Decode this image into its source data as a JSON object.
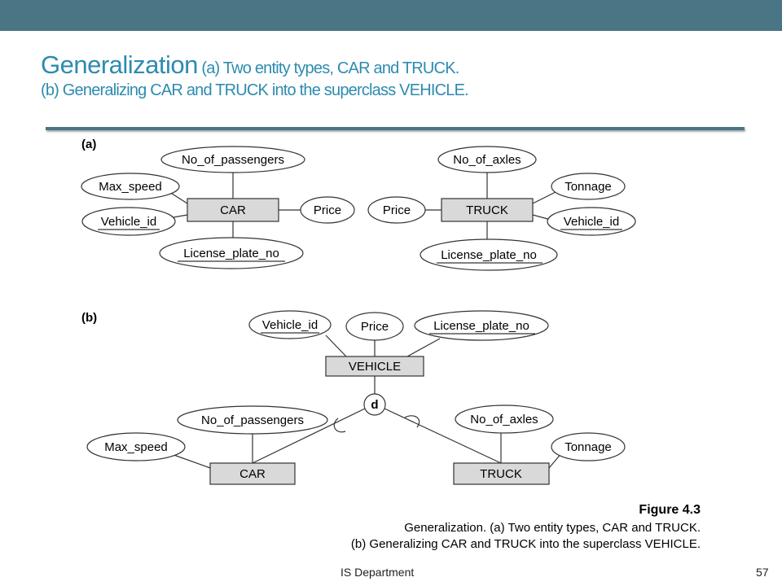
{
  "slide": {
    "title": "Generalization",
    "subtitle_line1": "(a) Two entity types, CAR and TRUCK.",
    "subtitle_line2": "(b) Generalizing CAR and TRUCK into the superclass VEHICLE.",
    "footer_dept": "IS Department",
    "page_number": "57"
  },
  "diagram": {
    "part_a_label": "(a)",
    "part_b_label": "(b)",
    "a_car_entity": "CAR",
    "a_car_attr_passengers": "No_of_passengers",
    "a_car_attr_maxspeed": "Max_speed",
    "a_car_attr_vehicleid": "Vehicle_id",
    "a_car_attr_license": "License_plate_no",
    "a_car_attr_price": "Price",
    "a_truck_entity": "TRUCK",
    "a_truck_attr_axles": "No_of_axles",
    "a_truck_attr_tonnage": "Tonnage",
    "a_truck_attr_vehicleid": "Vehicle_id",
    "a_truck_attr_license": "License_plate_no",
    "a_truck_attr_price": "Price",
    "b_vehicle_entity": "VEHICLE",
    "b_vehicle_attr_vehicleid": "Vehicle_id",
    "b_vehicle_attr_price": "Price",
    "b_vehicle_attr_license": "License_plate_no",
    "b_disjoint": "d",
    "b_car_entity": "CAR",
    "b_car_attr_passengers": "No_of_passengers",
    "b_car_attr_maxspeed": "Max_speed",
    "b_truck_entity": "TRUCK",
    "b_truck_attr_axles": "No_of_axles",
    "b_truck_attr_tonnage": "Tonnage"
  },
  "figure": {
    "number": "Figure 4.3",
    "caption_line1": "Generalization. (a) Two entity types, CAR and TRUCK.",
    "caption_line2": "(b) Generalizing CAR and TRUCK into the superclass VEHICLE."
  },
  "colors": {
    "top_bar": "#4a7585",
    "title": "#2d8bb0",
    "entity_fill": "#d9d9d9"
  }
}
